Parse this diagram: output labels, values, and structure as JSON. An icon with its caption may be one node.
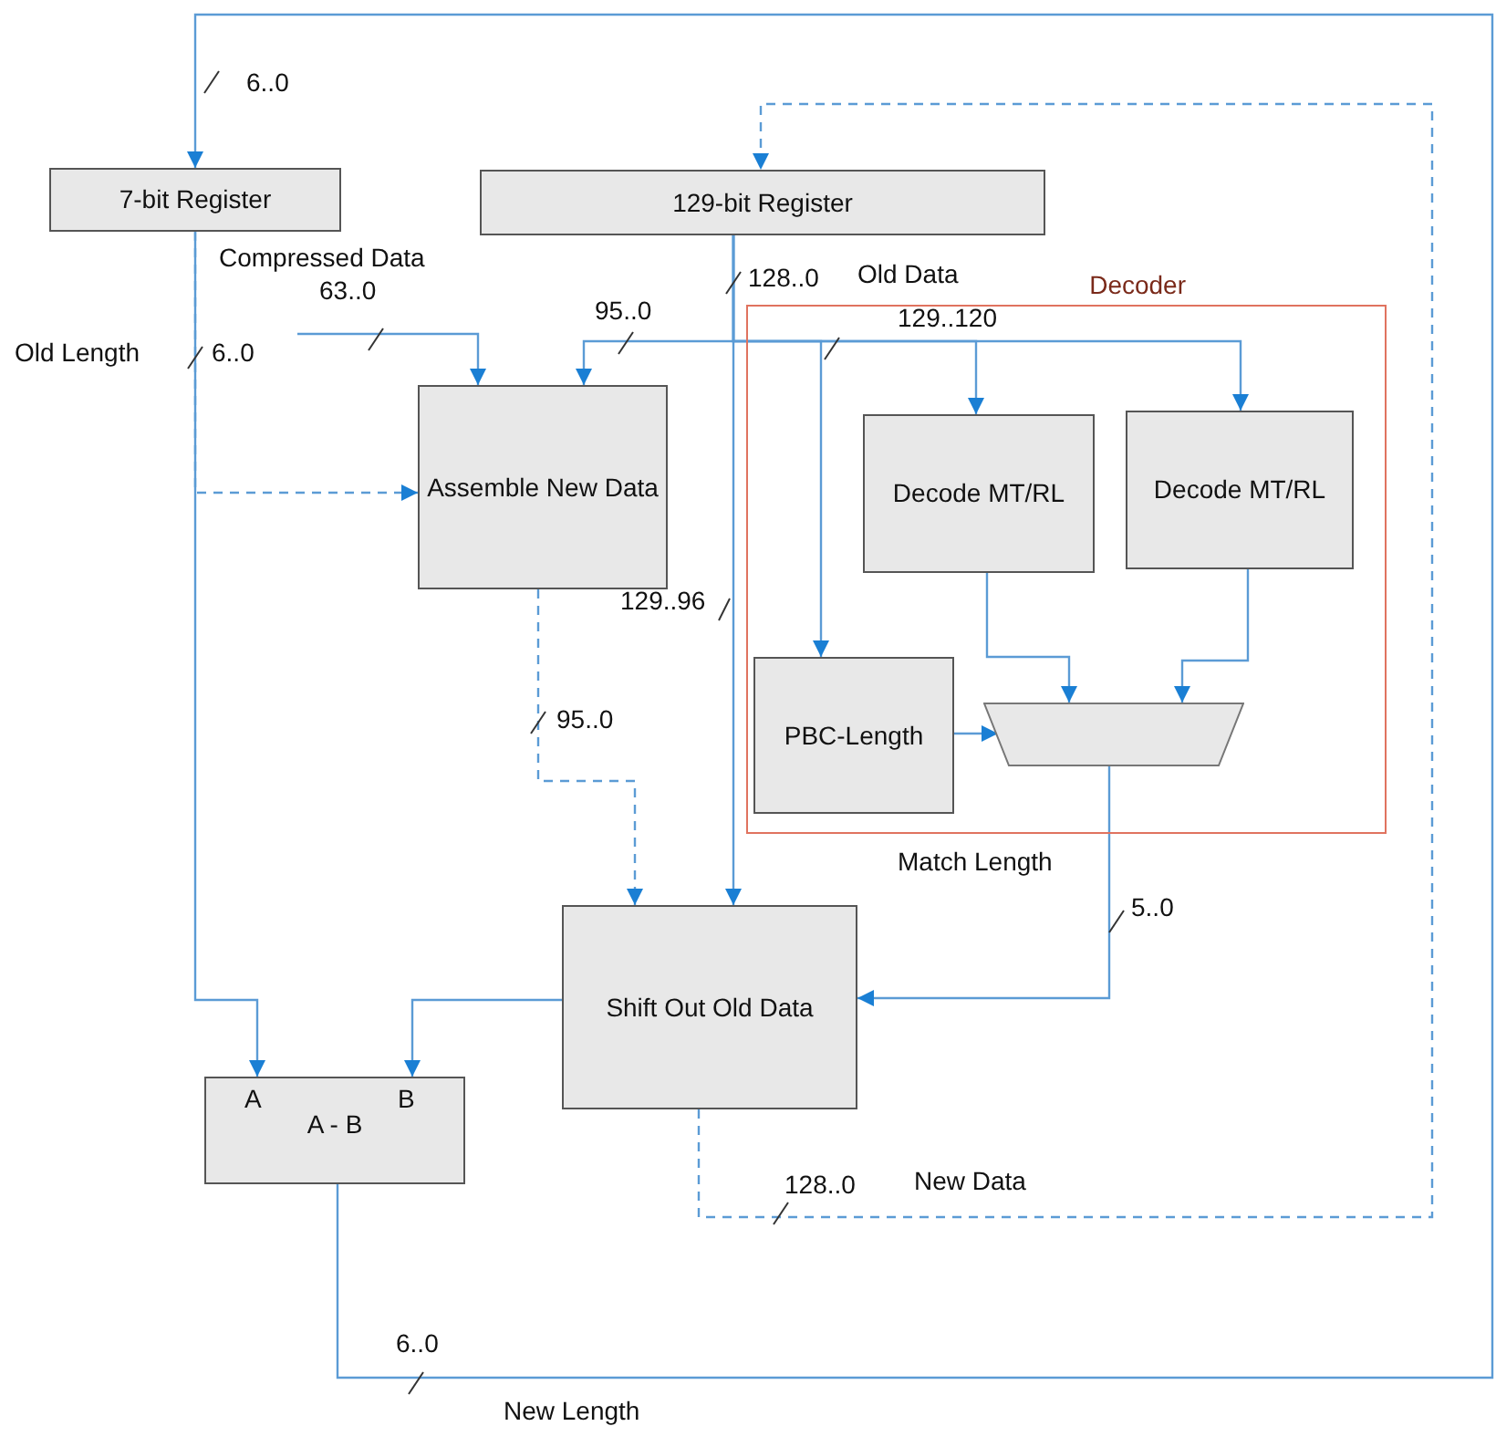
{
  "diagram": {
    "nodes": [
      {
        "text": [
          "7-bit Register"
        ]
      },
      {
        "text": [
          "129-bit Register"
        ]
      },
      {
        "text": [
          "Decoder"
        ]
      },
      {
        "text": [
          "Assemble New Data"
        ]
      },
      {
        "text": [
          "Decode MT/RL"
        ],
        "in": 2
      },
      {
        "text": [
          "Decode MT/RL"
        ],
        "in": 2
      },
      {
        "text": [
          "PBC-Length"
        ],
        "in": 2
      },
      {
        "text": [],
        "shape": "trapezoid",
        "in": 2
      },
      {
        "text": [
          "Shift Out Old Data"
        ]
      },
      {
        "text": [
          "A",
          "A - B",
          "B"
        ]
      }
    ],
    "edges": [
      {
        "from": 9,
        "to": 0,
        "arrow": "to"
      },
      {
        "from": 0,
        "to": 3,
        "arrow": "to",
        "style": "dashed"
      },
      {
        "from": 0,
        "to": 9,
        "arrow": "to"
      },
      {
        "from": null,
        "to": 3,
        "arrow": "to"
      },
      {
        "from": 1,
        "to": 8,
        "arrow": "to"
      },
      {
        "from": 1,
        "to": 3,
        "arrow": "to"
      },
      {
        "from": 1,
        "to": 4,
        "arrow": "to"
      },
      {
        "from": 1,
        "to": 5,
        "arrow": "to"
      },
      {
        "from": 1,
        "to": 6,
        "arrow": "to"
      },
      {
        "from": 3,
        "to": 8,
        "arrow": "to",
        "style": "dashed"
      },
      {
        "from": 4,
        "to": 7,
        "arrow": "to"
      },
      {
        "from": 5,
        "to": 7,
        "arrow": "to"
      },
      {
        "from": 6,
        "to": 7,
        "arrow": "to"
      },
      {
        "from": 7,
        "to": 8,
        "arrow": "to"
      },
      {
        "from": 8,
        "to": 9,
        "arrow": "to"
      },
      {
        "from": 8,
        "to": 1,
        "arrow": "to",
        "style": "dashed"
      }
    ],
    "labels": [
      "6..0",
      "Compressed Data",
      "63..0",
      "128..0",
      "Old Data",
      "95..0",
      "129..120",
      "Old Length",
      "6..0",
      "129..96",
      "95..0",
      "Match Length",
      "5..0",
      "128..0",
      "New Data",
      "6..0",
      "New Length"
    ]
  }
}
